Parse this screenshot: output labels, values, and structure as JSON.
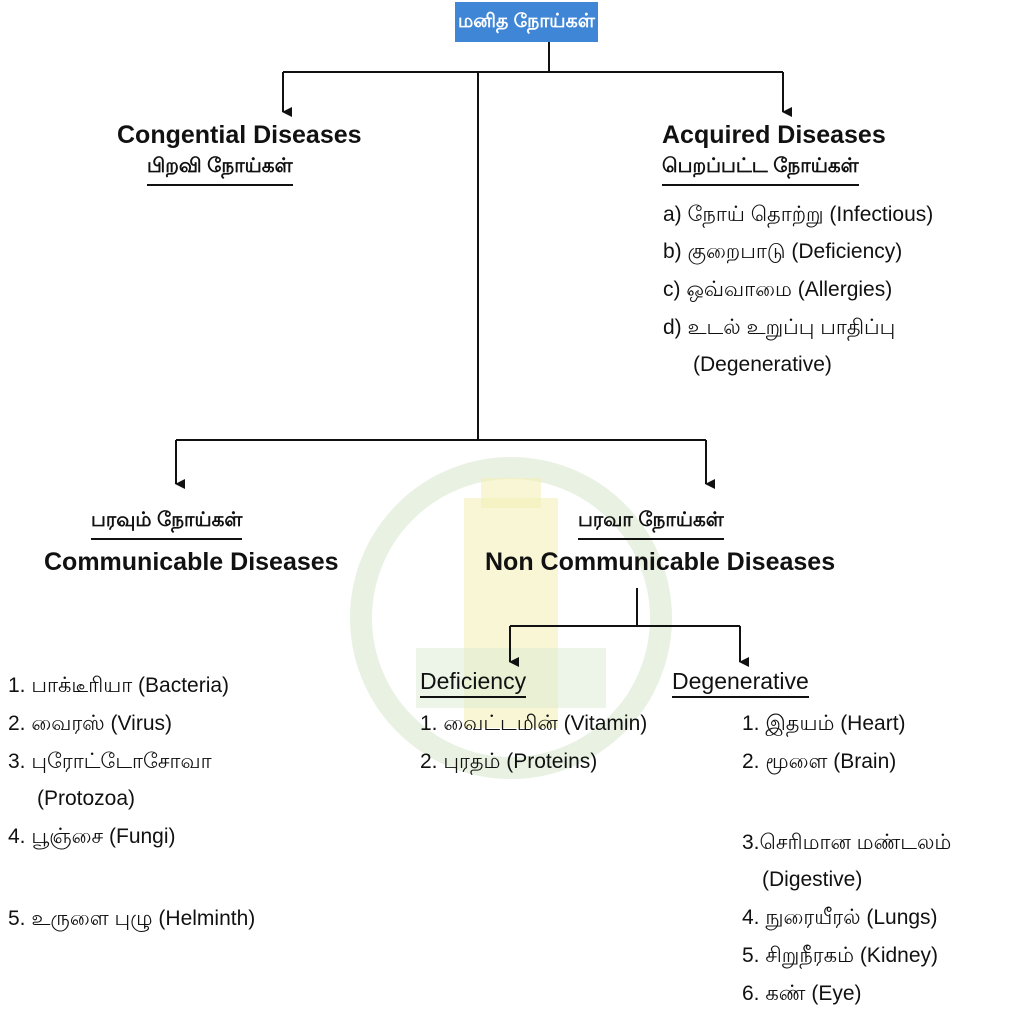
{
  "root": "மனித நோய்கள்",
  "congenital": {
    "en": "Congential Diseases",
    "ta": "பிறவி நோய்கள்"
  },
  "acquired": {
    "en": "Acquired Diseases",
    "ta": "பெறப்பட்ட நோய்கள்",
    "items": [
      "a) நோய் தொற்று (Infectious)",
      "b) குறைபாடு (Deficiency)",
      "c) ஒவ்வாமை (Allergies)",
      "d) உடல் உறுப்பு பாதிப்பு",
      "(Degenerative)"
    ]
  },
  "communicable": {
    "ta": "பரவும் நோய்கள்",
    "en": "Communicable Diseases",
    "items": [
      "1. பாக்டீரியா (Bacteria)",
      "2. வைரஸ் (Virus)",
      "3. புரோட்டோசோவா",
      "(Protozoa)",
      "4. பூஞ்சை (Fungi)",
      "5. உருளை புழு (Helminth)"
    ]
  },
  "non_communicable": {
    "ta": "பரவா நோய்கள்",
    "en": "Non Communicable Diseases",
    "deficiency": {
      "label": "Deficiency",
      "items": [
        "1. வைட்டமின் (Vitamin)",
        "2. புரதம் (Proteins)"
      ]
    },
    "degenerative": {
      "label": "Degenerative",
      "items": [
        "1. இதயம் (Heart)",
        "2. மூளை (Brain)",
        "3.செரிமான மண்டலம்",
        "(Digestive)",
        "4. நுரையீரல் (Lungs)",
        "5. சிறுநீரகம் (Kidney)",
        "6. கண் (Eye)"
      ]
    }
  },
  "colors": {
    "root_bg": "#3f86d6",
    "watermark": "#cfe3c6"
  }
}
